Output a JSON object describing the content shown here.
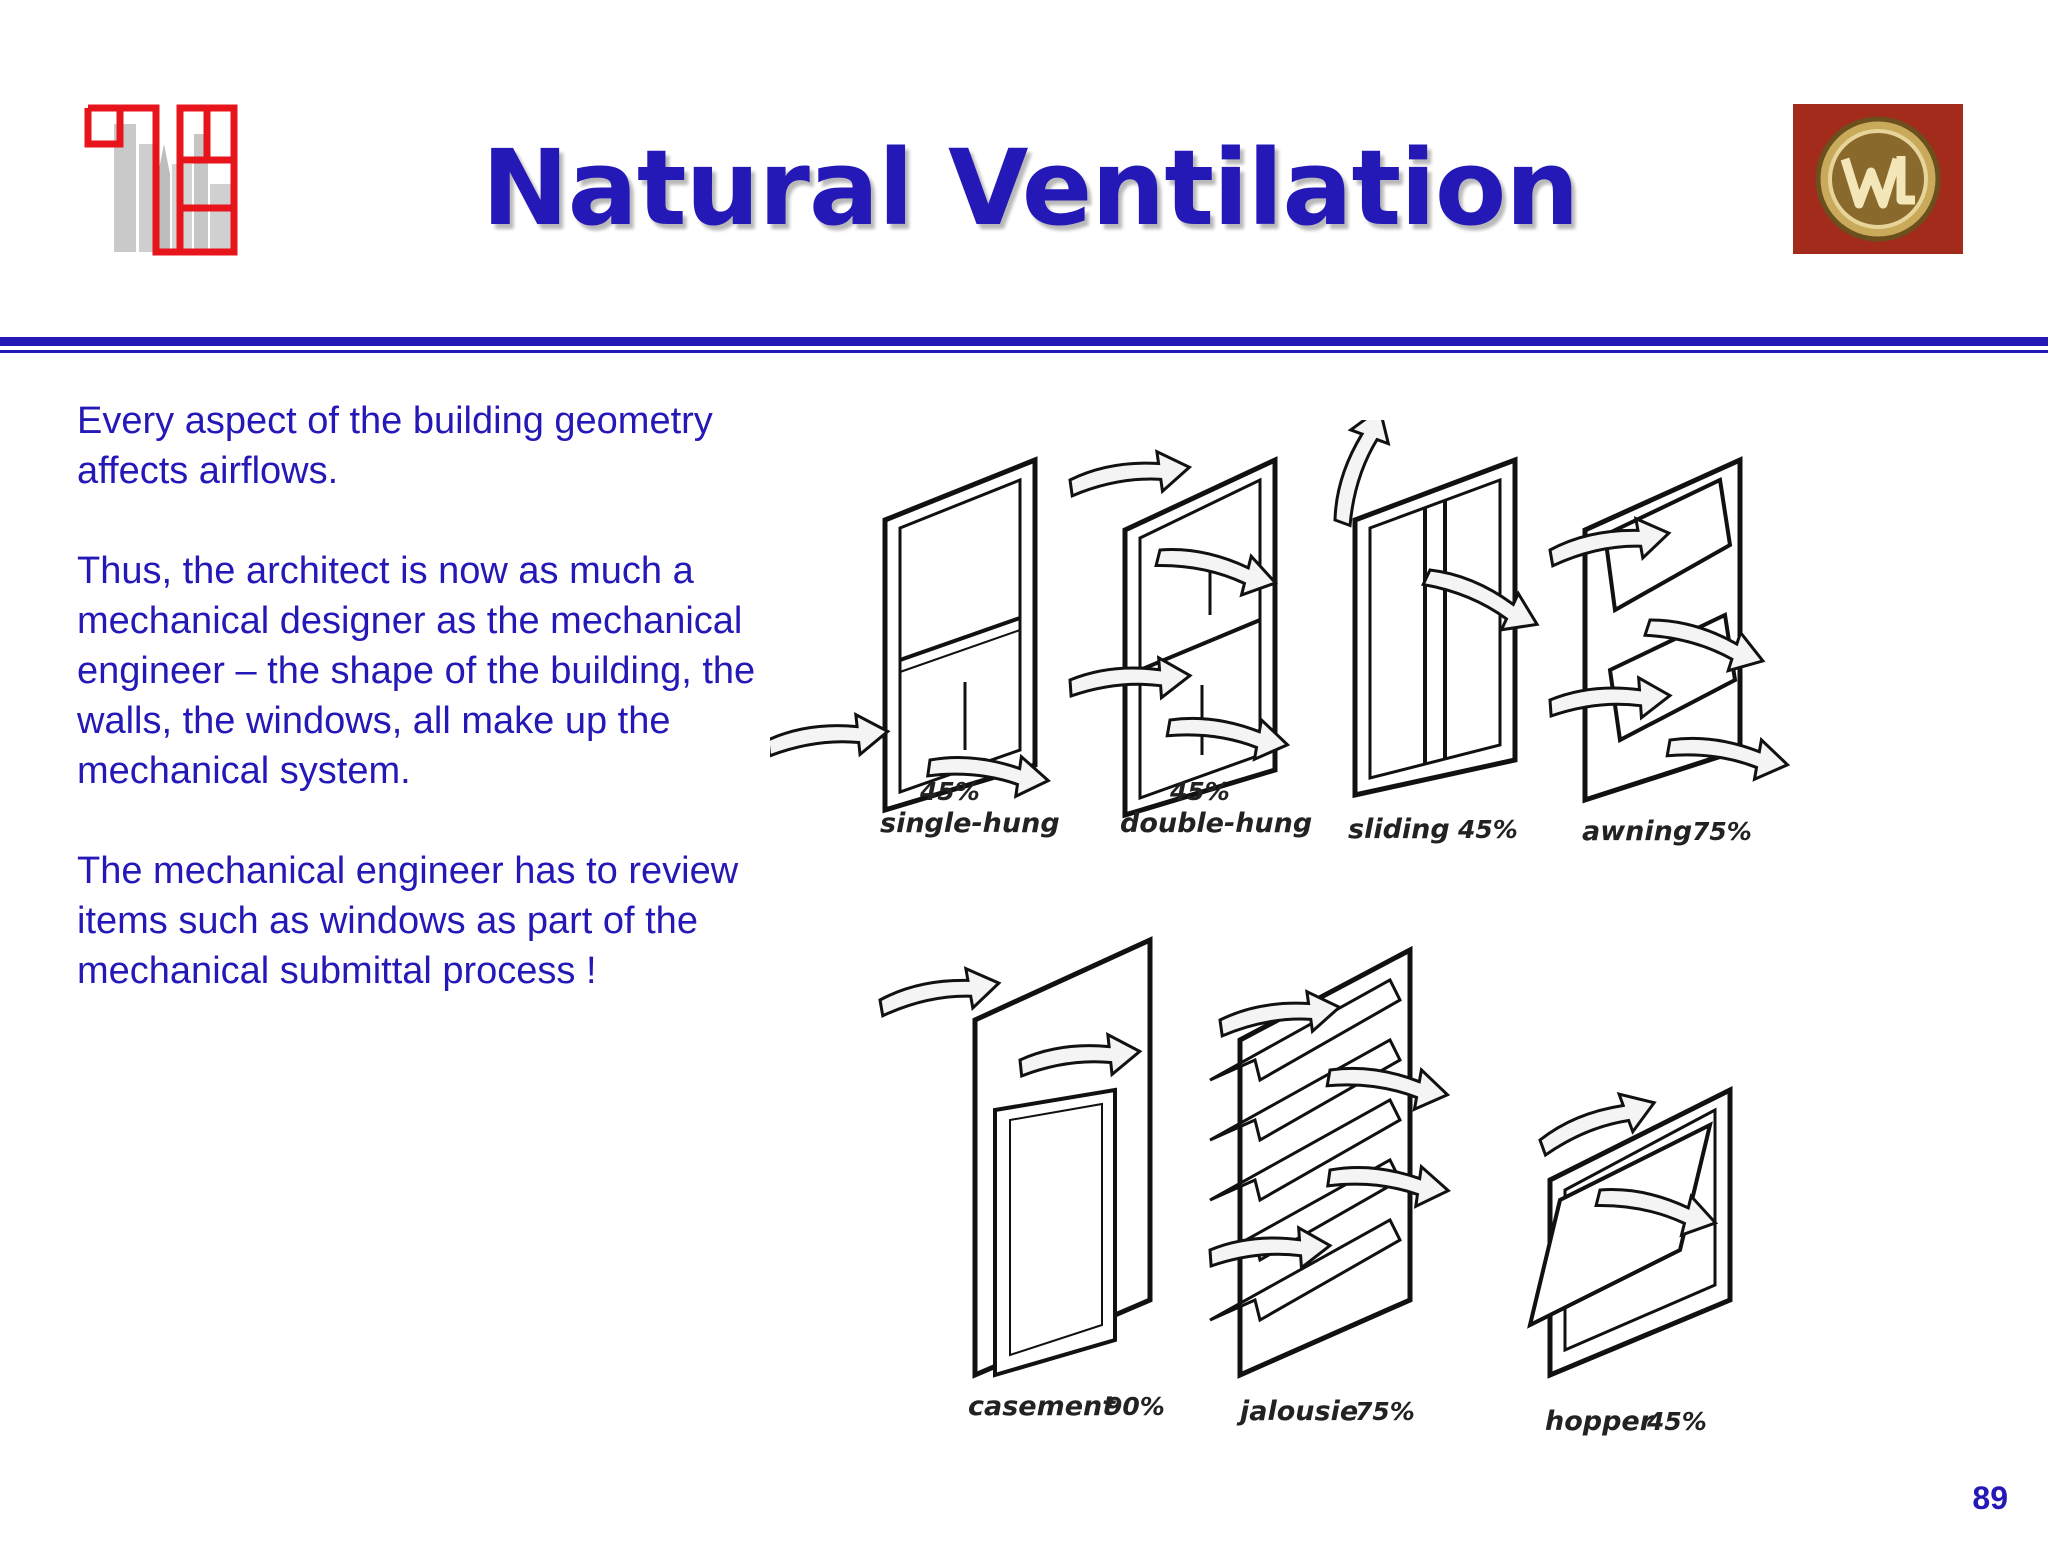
{
  "header": {
    "title": "Natural Ventilation"
  },
  "body": {
    "paragraphs": [
      "Every aspect of the building geometry affects airflows.",
      "Thus, the architect is now as much a mechanical designer as the mechanical engineer – the shape of the building, the walls, the windows, all make up the mechanical system.",
      "The mechanical engineer has to review items such as windows as part of the mechanical submittal process !"
    ]
  },
  "figure": {
    "windows": [
      {
        "name": "single-hung",
        "percent": "45%"
      },
      {
        "name": "double-hung",
        "percent": "45%"
      },
      {
        "name": "sliding",
        "percent": "45%"
      },
      {
        "name": "awning",
        "percent": "75%"
      },
      {
        "name": "casement",
        "percent": "90%"
      },
      {
        "name": "jalousie",
        "percent": "75%"
      },
      {
        "name": "hopper",
        "percent": "45%"
      }
    ]
  },
  "footer": {
    "page_number": "89"
  },
  "colors": {
    "accent": "#2418b6",
    "logo_red": "#e8141c",
    "emblem_bg": "#a32b1c"
  }
}
